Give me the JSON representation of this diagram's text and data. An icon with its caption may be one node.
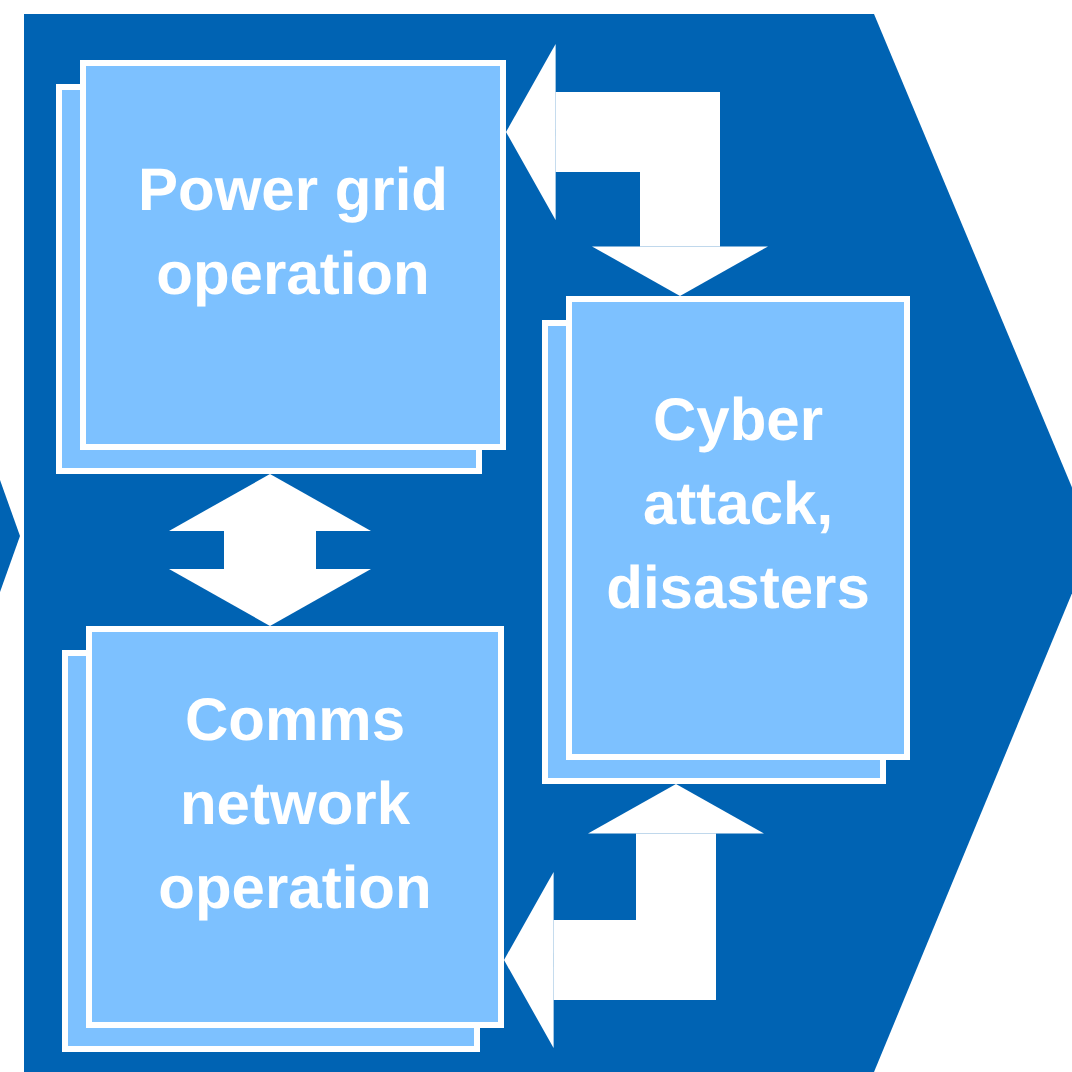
{
  "diagram": {
    "nodes": [
      {
        "text": [
          "Power grid operation"
        ]
      },
      {
        "text": [
          "Cyber attack, disasters"
        ]
      },
      {
        "text": [
          "Comms network operation"
        ]
      }
    ],
    "edges": [
      {
        "from": 0,
        "to": 1,
        "arrow": "both"
      },
      {
        "from": 0,
        "to": 2,
        "arrow": "both"
      },
      {
        "from": 1,
        "to": 2,
        "arrow": "both"
      }
    ]
  }
}
